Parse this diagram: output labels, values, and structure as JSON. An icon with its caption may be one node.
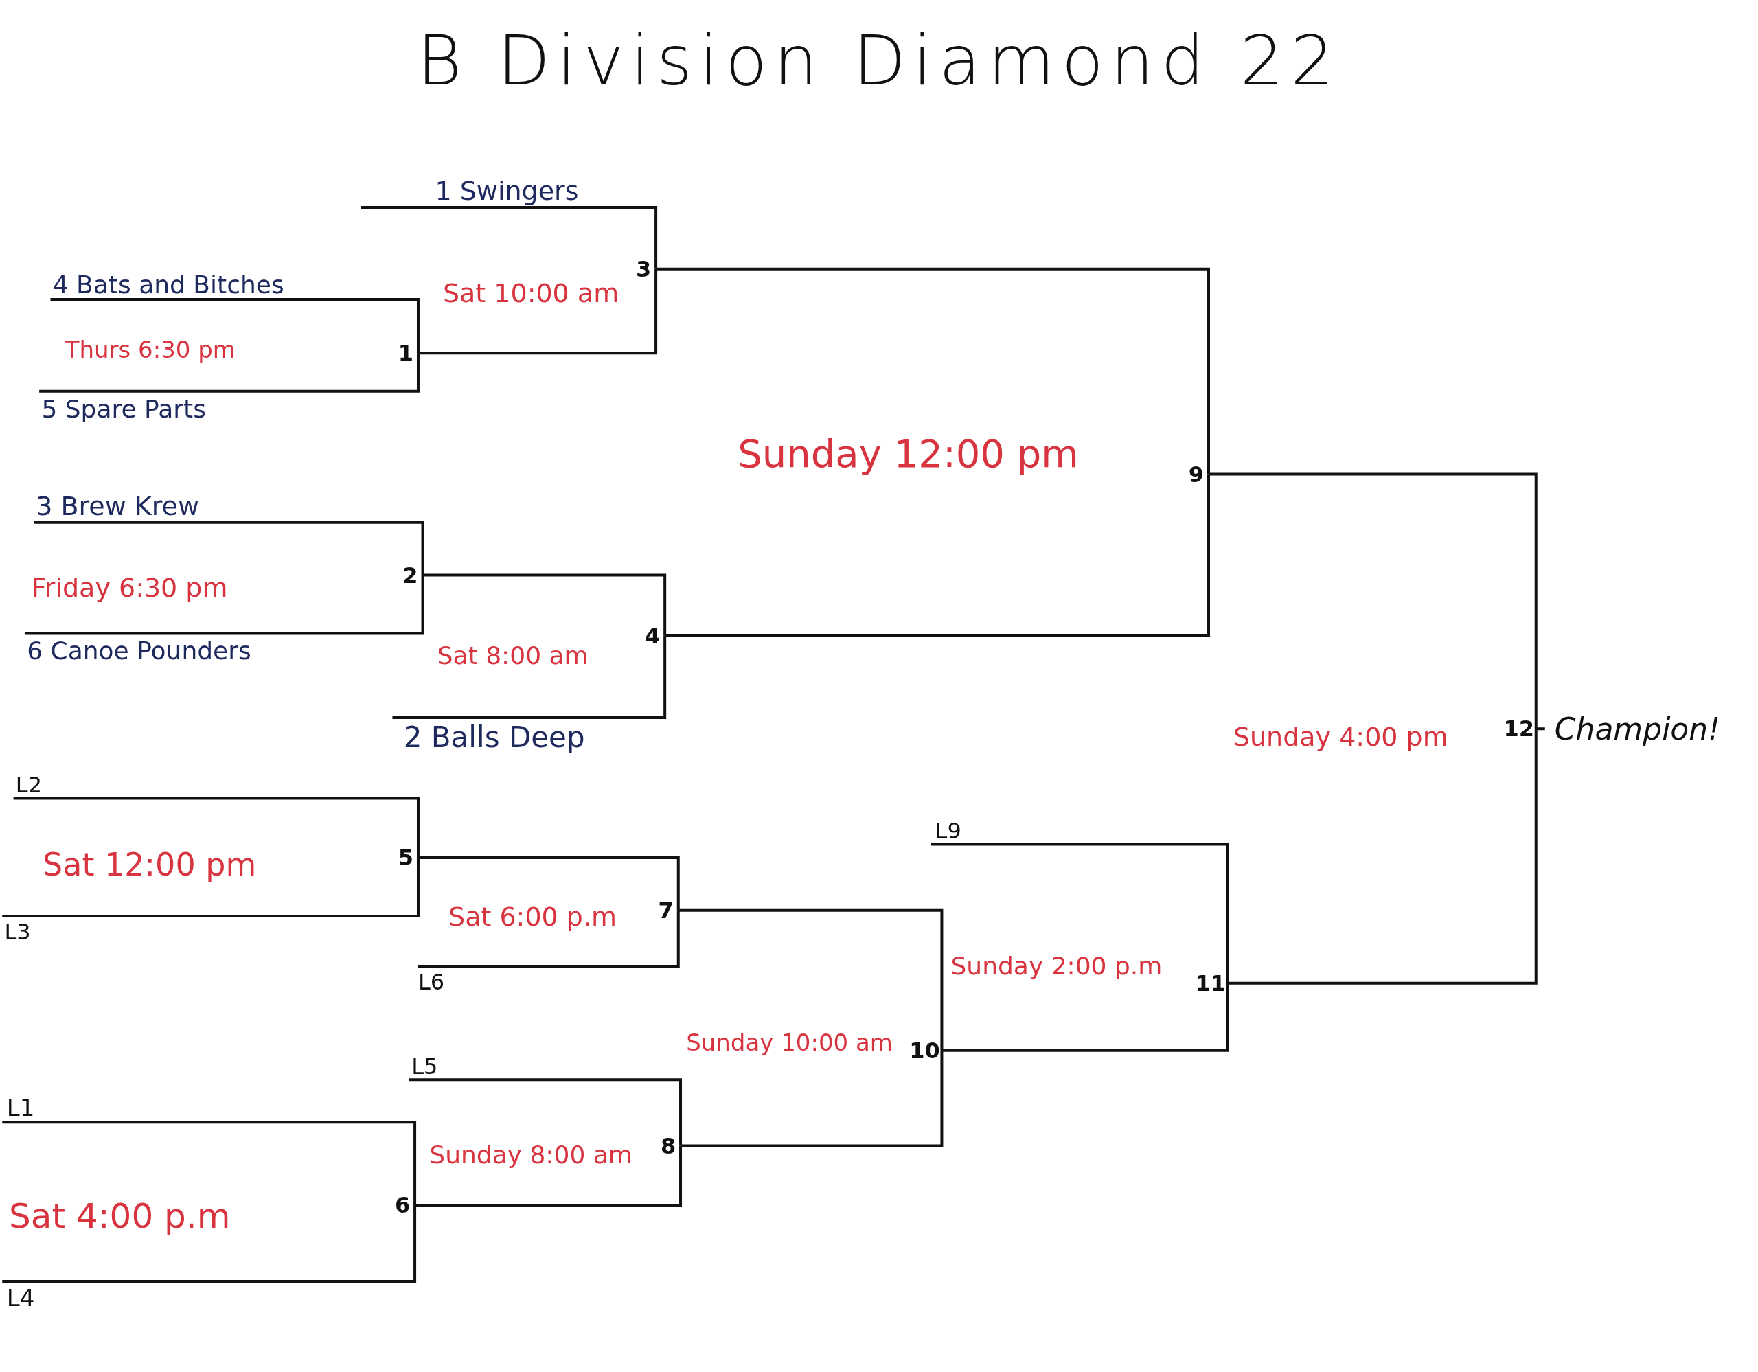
{
  "diagram": {
    "title": "B Division Diamond 22",
    "nodes": [
      {
        "text": [
          "1 Swingers"
        ]
      },
      {
        "text": [
          "4 Bats and Bitches"
        ]
      },
      {
        "text": [
          "5 Spare Parts"
        ]
      },
      {
        "text": [
          "3 Brew Krew"
        ]
      },
      {
        "text": [
          "6 Canoe Pounders"
        ]
      },
      {
        "text": [
          "2 Balls Deep"
        ]
      },
      {
        "text": [
          "L2"
        ]
      },
      {
        "text": [
          "L3"
        ]
      },
      {
        "text": [
          "L6"
        ]
      },
      {
        "text": [
          "L5"
        ]
      },
      {
        "text": [
          "L1"
        ]
      },
      {
        "text": [
          "L4"
        ]
      },
      {
        "text": [
          "L9"
        ]
      },
      {
        "text": [
          "1"
        ]
      },
      {
        "text": [
          "3"
        ]
      },
      {
        "text": [
          "2"
        ]
      },
      {
        "text": [
          "4"
        ]
      },
      {
        "text": [
          "9"
        ]
      },
      {
        "text": [
          "5"
        ]
      },
      {
        "text": [
          "7"
        ]
      },
      {
        "text": [
          "8"
        ]
      },
      {
        "text": [
          "6"
        ]
      },
      {
        "text": [
          "10"
        ]
      },
      {
        "text": [
          "11"
        ]
      },
      {
        "text": [
          "12"
        ]
      },
      {
        "text": [
          "Champion!"
        ]
      }
    ],
    "edges": [
      {
        "from": 0,
        "to": 14,
        "arrow": "none"
      },
      {
        "from": 1,
        "to": 13,
        "arrow": "none"
      },
      {
        "from": 2,
        "to": 13,
        "arrow": "none"
      },
      {
        "from": 13,
        "to": 14,
        "arrow": "none"
      },
      {
        "from": 3,
        "to": 15,
        "arrow": "none"
      },
      {
        "from": 4,
        "to": 15,
        "arrow": "none"
      },
      {
        "from": 15,
        "to": 16,
        "arrow": "none"
      },
      {
        "from": 5,
        "to": 16,
        "arrow": "none"
      },
      {
        "from": 14,
        "to": 17,
        "arrow": "none"
      },
      {
        "from": 16,
        "to": 17,
        "arrow": "none"
      },
      {
        "from": 6,
        "to": 18,
        "arrow": "none"
      },
      {
        "from": 7,
        "to": 18,
        "arrow": "none"
      },
      {
        "from": 18,
        "to": 19,
        "arrow": "none"
      },
      {
        "from": 8,
        "to": 19,
        "arrow": "none"
      },
      {
        "from": 9,
        "to": 20,
        "arrow": "none"
      },
      {
        "from": 10,
        "to": 21,
        "arrow": "none"
      },
      {
        "from": 11,
        "to": 21,
        "arrow": "none"
      },
      {
        "from": 21,
        "to": 20,
        "arrow": "none"
      },
      {
        "from": 19,
        "to": 22,
        "arrow": "none"
      },
      {
        "from": 20,
        "to": 22,
        "arrow": "none"
      },
      {
        "from": 22,
        "to": 23,
        "arrow": "none"
      },
      {
        "from": 12,
        "to": 23,
        "arrow": "none"
      },
      {
        "from": 17,
        "to": 24,
        "arrow": "none"
      },
      {
        "from": 23,
        "to": 24,
        "arrow": "none"
      },
      {
        "from": 24,
        "to": 25,
        "arrow": "none"
      }
    ],
    "labels": [
      "Sat 10:00 am",
      "Thurs 6:30 pm",
      "Sunday 12:00 pm",
      "Friday 6:30 pm",
      "Sat 8:00 am",
      "Sunday 4:00 pm",
      "Sat 12:00 pm",
      "Sat 6:00 p.m",
      "Sunday 2:00 p.m",
      "Sunday 10:00 am",
      "Sunday 8:00 am",
      "Sat 4:00 p.m"
    ]
  }
}
